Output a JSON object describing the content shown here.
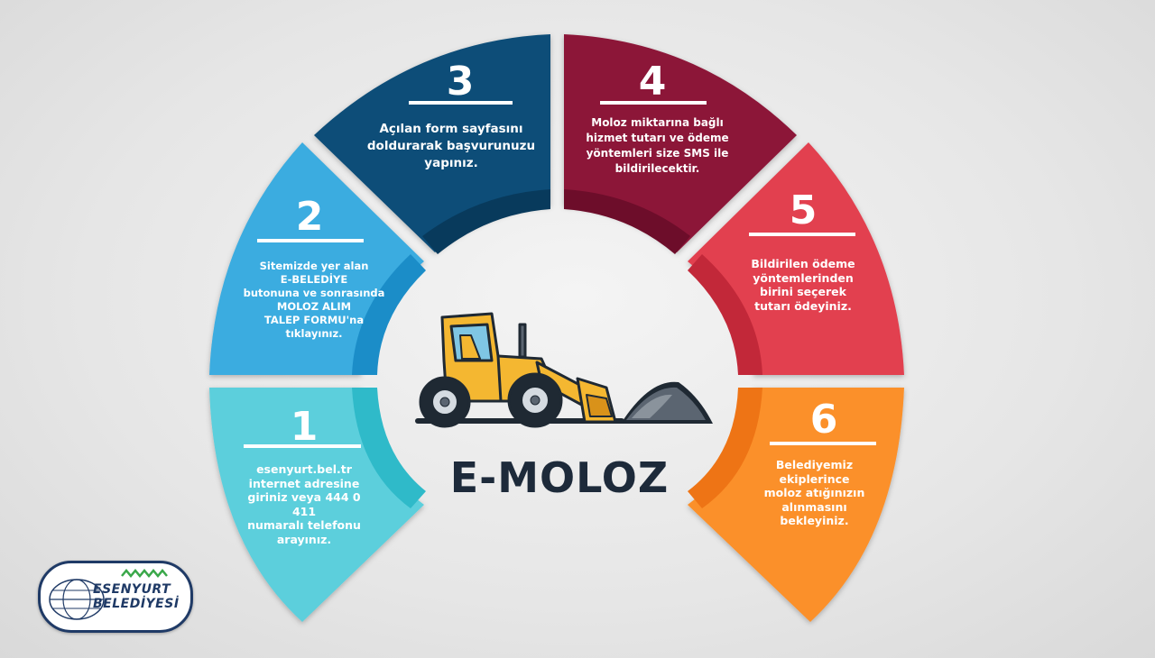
{
  "title": "E-MOLOZ",
  "steps": [
    {
      "num": "1",
      "color": "#5ccfdc",
      "dark": "#2fbac9",
      "lines": [
        "esenyurt.bel.tr",
        "internet adresine",
        "giriniz veya 444 0 411",
        "numaralı telefonu",
        "arayınız."
      ]
    },
    {
      "num": "2",
      "color": "#3aace0",
      "dark": "#1b8dc8",
      "lines": [
        "Sitemizde yer alan",
        "E-BELEDİYE",
        "butonuna ve sonrasında",
        "MOLOZ ALIM",
        "TALEP FORMU'na",
        "tıklayınız."
      ]
    },
    {
      "num": "3",
      "color": "#0c4d78",
      "dark": "#083a5c",
      "lines": [
        "Açılan form sayfasını",
        "doldurarak başvurunuzu",
        "yapınız."
      ]
    },
    {
      "num": "4",
      "color": "#8c1438",
      "dark": "#6d0d2a",
      "lines": [
        "Moloz miktarına bağlı",
        "hizmet tutarı ve ödeme",
        "yöntemleri size SMS ile",
        "bildirilecektir."
      ]
    },
    {
      "num": "5",
      "color": "#e2404f",
      "dark": "#c22839",
      "lines": [
        "Bildirilen ödeme",
        "yöntemlerinden",
        "birini seçerek",
        "tutarı ödeyiniz."
      ]
    },
    {
      "num": "6",
      "color": "#fb902c",
      "dark": "#ee7415",
      "lines": [
        "Belediyemiz",
        "ekiplerince",
        "moloz atığınızın",
        "alınmasını",
        "bekleyiniz."
      ]
    }
  ],
  "logo": {
    "line1": "ESENYURT",
    "line2": "BELEDİYESİ"
  }
}
